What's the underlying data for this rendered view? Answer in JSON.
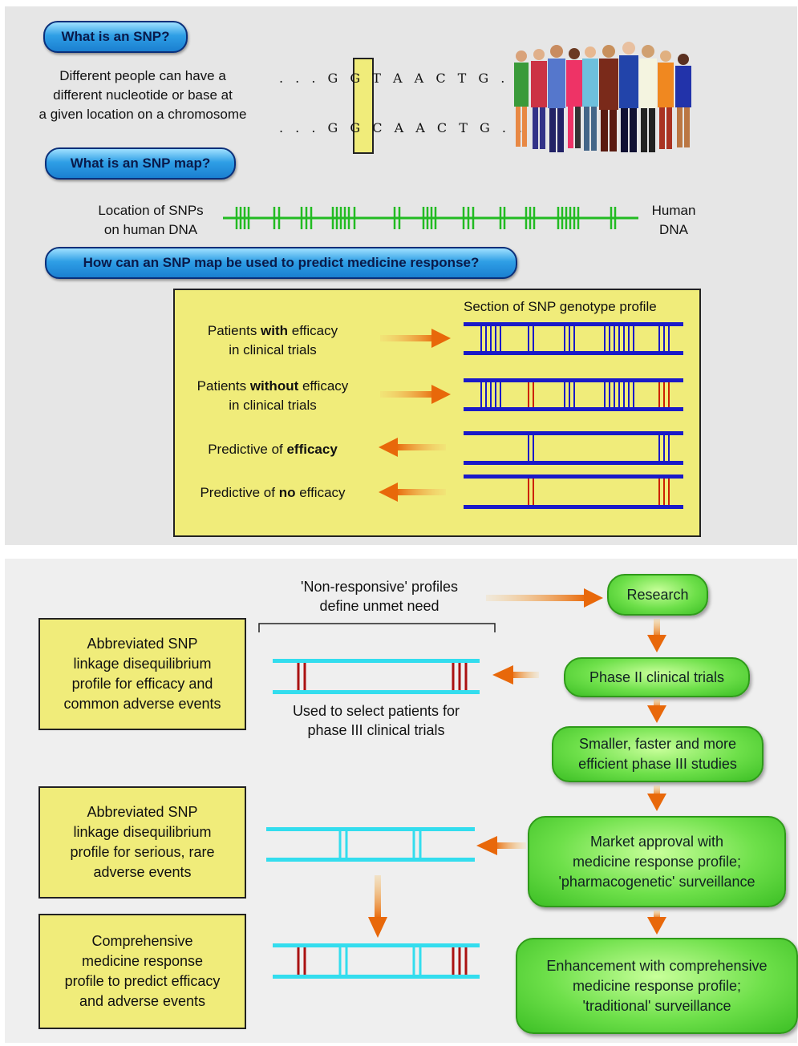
{
  "top": {
    "q1": "What is an SNP?",
    "q1_text": [
      "Different people can have a",
      "different nucleotide or base at",
      "a given location on a chromosome"
    ],
    "seq1_prefix": ". . . G G",
    "seq1_base": "T",
    "seq1_suffix": "A A C T G . . .",
    "seq2_prefix": ". . . G G",
    "seq2_base": "C",
    "seq2_suffix": "A A C T G . . .",
    "q2": "What is an SNP map?",
    "map_label": [
      "Location of SNPs",
      "on human DNA"
    ],
    "map_end": [
      "Human",
      "DNA"
    ],
    "q3": "How can an SNP map be used to predict medicine response?",
    "profile_title": "Section of SNP genotype profile",
    "rows": [
      {
        "pre": "Patients ",
        "bold": "with",
        "post": " efficacy",
        "line2": "in clinical trials"
      },
      {
        "pre": "Patients ",
        "bold": "without",
        "post": " efficacy",
        "line2": "in clinical trials"
      },
      {
        "pre": "Predictive of ",
        "bold": "efficacy",
        "post": "",
        "line2": ""
      },
      {
        "pre": "Predictive of ",
        "bold": "no",
        "post": " efficacy",
        "line2": ""
      }
    ]
  },
  "bottom": {
    "nonresp": [
      "'Non-responsive' profiles",
      "define unmet need"
    ],
    "select": [
      "Used to select patients for",
      "phase III clinical trials"
    ],
    "box1": [
      "Abbreviated SNP",
      "linkage disequilibrium",
      "profile for efficacy and",
      "common adverse events"
    ],
    "box2": [
      "Abbreviated SNP",
      "linkage disequilibrium",
      "profile for serious, rare",
      "adverse events"
    ],
    "box3": [
      "Comprehensive",
      "medicine response",
      "profile to predict efficacy",
      "and adverse events"
    ],
    "g1": "Research",
    "g2": "Phase II clinical trials",
    "g3": [
      "Smaller, faster and more",
      "efficient phase III studies"
    ],
    "g4": [
      "Market approval with",
      "medicine response profile;",
      "'pharmacogenetic' surveillance"
    ],
    "g5": [
      "Enhancement with comprehensive",
      "medicine response profile;",
      "'traditional' surveillance"
    ]
  },
  "colors": {
    "blue_dna": "#1a1ac8",
    "red_snp": "#cc2200",
    "green_dna": "#22bb22",
    "cyan_dna": "#33ddee",
    "dark_red": "#aa1111",
    "orange_arrow": "#e8680a"
  }
}
